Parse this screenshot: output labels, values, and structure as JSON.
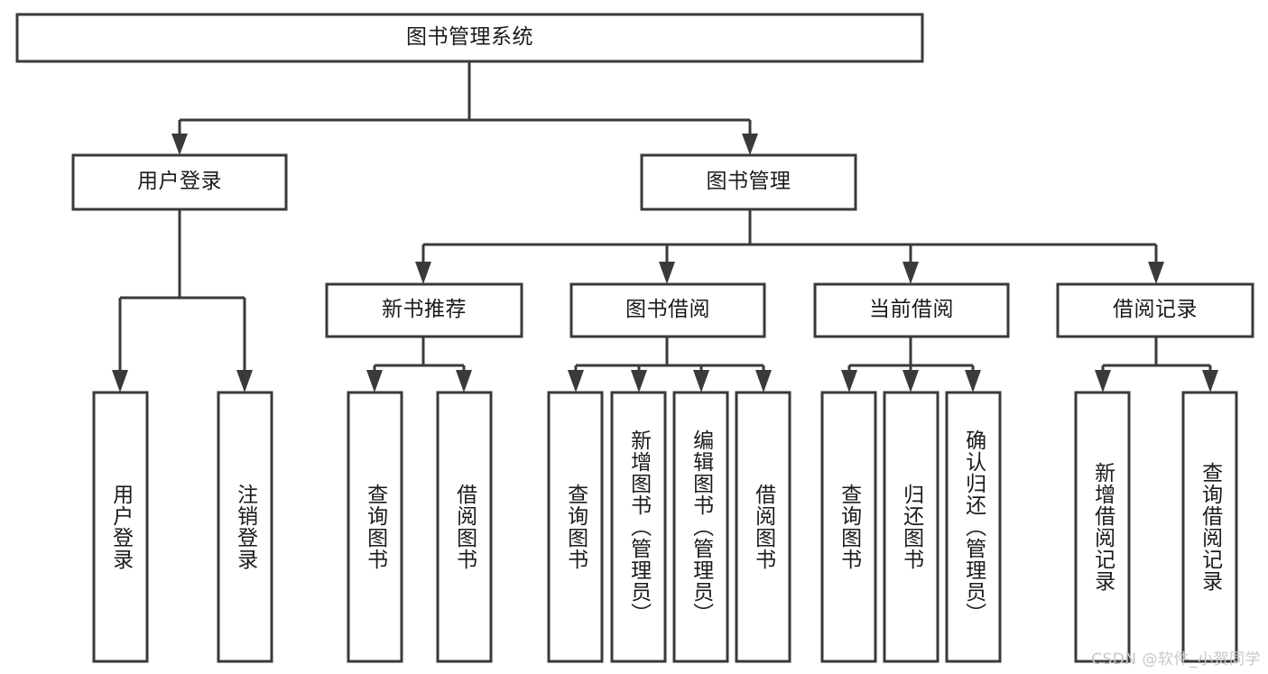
{
  "diagram": {
    "type": "tree-hierarchy-flowchart",
    "orientation": "top-down",
    "root": {
      "id": "root",
      "label": "图书管理系统"
    },
    "level2": [
      {
        "id": "user-login",
        "label": "用户登录"
      },
      {
        "id": "book-management",
        "label": "图书管理"
      }
    ],
    "level3": [
      {
        "id": "new-book-recommend",
        "label": "新书推荐",
        "parent": "book-management"
      },
      {
        "id": "book-borrow",
        "label": "图书借阅",
        "parent": "book-management"
      },
      {
        "id": "current-borrow",
        "label": "当前借阅",
        "parent": "book-management"
      },
      {
        "id": "borrow-record",
        "label": "借阅记录",
        "parent": "book-management"
      }
    ],
    "leaves": [
      {
        "id": "leaf-user-login",
        "label": "用户登录",
        "parent": "user-login"
      },
      {
        "id": "leaf-logout",
        "label": "注销登录",
        "parent": "user-login"
      },
      {
        "id": "leaf-query-book-1",
        "label": "查询图书",
        "parent": "new-book-recommend"
      },
      {
        "id": "leaf-borrow-book-1",
        "label": "借阅图书",
        "parent": "new-book-recommend"
      },
      {
        "id": "leaf-query-book-2",
        "label": "查询图书",
        "parent": "book-borrow"
      },
      {
        "id": "leaf-add-book",
        "label": "新增图书（管理员）",
        "parent": "book-borrow"
      },
      {
        "id": "leaf-edit-book",
        "label": "编辑图书（管理员）",
        "parent": "book-borrow"
      },
      {
        "id": "leaf-borrow-book-2",
        "label": "借阅图书",
        "parent": "book-borrow"
      },
      {
        "id": "leaf-query-book-3",
        "label": "查询图书",
        "parent": "current-borrow"
      },
      {
        "id": "leaf-return-book",
        "label": "归还图书",
        "parent": "current-borrow"
      },
      {
        "id": "leaf-confirm-return",
        "label": "确认归还（管理员）",
        "parent": "current-borrow"
      },
      {
        "id": "leaf-add-record",
        "label": "新增借阅记录",
        "parent": "borrow-record"
      },
      {
        "id": "leaf-query-record",
        "label": "查询借阅记录",
        "parent": "borrow-record"
      }
    ],
    "colors": {
      "stroke": "#3a3a3a",
      "fill": "#ffffff",
      "text": "#1b1b1b",
      "watermark": "#c8c8c8"
    }
  },
  "watermark": {
    "text": "CSDN @软件_小贺同学"
  }
}
